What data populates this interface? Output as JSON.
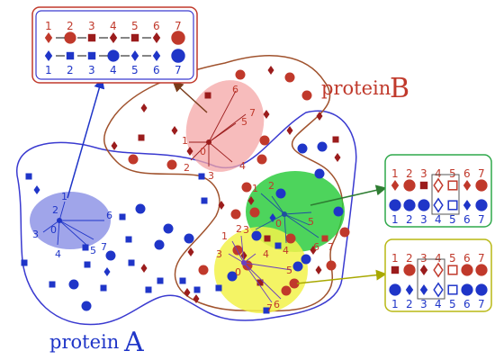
{
  "colors": {
    "red": "#c0392b",
    "dark_red": "#9b1c1c",
    "blue": "#1f35c8",
    "brown_outline": "#a0522d",
    "blue_outline": "#3a3ad0",
    "pink_fill": "#f4a6a6",
    "blue_fill": "#8f95e6",
    "green_fill": "#2ecc40",
    "yellow_fill": "#f2f24a",
    "green_box": "#2ea84a",
    "yellow_box": "#b8b814",
    "red_box": "#c0392b"
  },
  "labels": {
    "protein_a_prefix": "protein",
    "protein_a_letter": "A",
    "protein_b_prefix": "protein",
    "protein_b_letter": "B"
  },
  "boxes": {
    "top_left": {
      "red_numbers": [
        "1",
        "2",
        "3",
        "4",
        "5",
        "6",
        "7"
      ],
      "blue_numbers": [
        "1",
        "2",
        "3",
        "4",
        "5",
        "6",
        "7"
      ]
    },
    "green": {
      "red_numbers": [
        "1",
        "2",
        "3",
        "4",
        "5",
        "6",
        "7"
      ],
      "blue_numbers": [
        "1",
        "2",
        "3",
        "4",
        "5",
        "6",
        "7"
      ]
    },
    "yellow": {
      "red_numbers": [
        "1",
        "2",
        "3",
        "4",
        "5",
        "6",
        "7"
      ],
      "blue_numbers": [
        "1",
        "2",
        "3",
        "4",
        "5",
        "6",
        "7"
      ]
    }
  },
  "clusters": {
    "blue": {
      "hub": "0",
      "spokes": [
        "1",
        "2",
        "3",
        "4",
        "5",
        "6",
        "7"
      ]
    },
    "pink": {
      "hub": "0",
      "spokes": [
        "1",
        "2",
        "3",
        "4",
        "5",
        "6",
        "7"
      ]
    },
    "green": {
      "hub": "0",
      "spokes": [
        "1",
        "2",
        "3",
        "4",
        "5",
        "6",
        "7"
      ]
    },
    "yellow": {
      "hub": "0",
      "spokes": [
        "1",
        "2",
        "3",
        "4",
        "5",
        "6",
        "7"
      ]
    }
  }
}
